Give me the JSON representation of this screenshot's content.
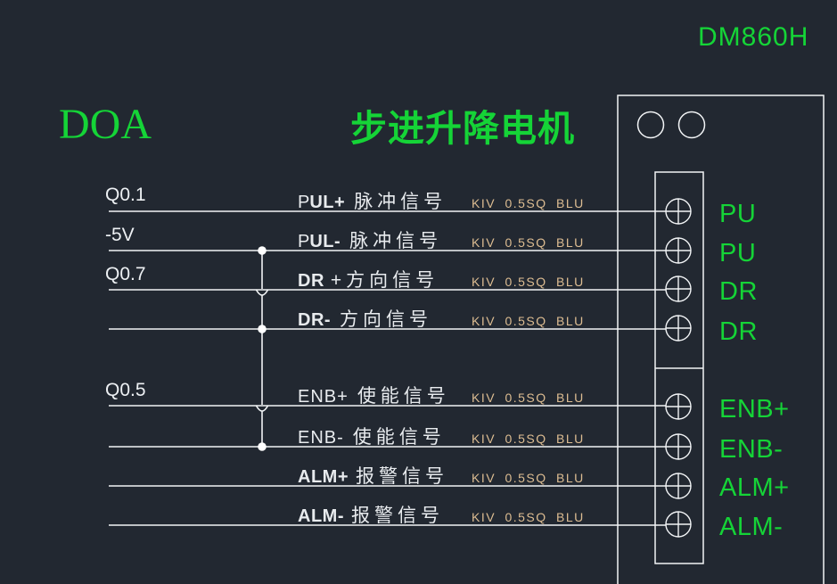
{
  "colors": {
    "background": "#222831",
    "cad_green": "#15d437",
    "wire_white": "#f2f4f6",
    "spec_tan": "#ddbd92"
  },
  "header": {
    "driver_model": "DM860H",
    "drawing_code": "DOA",
    "title": "步进升降电机"
  },
  "wires": [
    {
      "port": "Q0.1",
      "prefix": "P",
      "latin": "UL+",
      "cn": "脉冲信号",
      "spec": "KIV 0.5SQ BLU"
    },
    {
      "port": "-5V",
      "prefix": "P",
      "latin": "UL-",
      "cn": "脉冲信号",
      "spec": "KIV 0.5SQ BLU"
    },
    {
      "port": "Q0.7",
      "prefix": "",
      "latin": "DR",
      "cn": "+方向信号",
      "spec": "KIV 0.5SQ BLU"
    },
    {
      "port": "",
      "prefix": "",
      "latin": "DR-",
      "cn": "方向信号",
      "spec": "KIV 0.5SQ BLU"
    },
    {
      "port": "Q0.5",
      "prefix": "",
      "latin": "ENB+",
      "cn": "使能信号",
      "spec": "KIV 0.5SQ BLU"
    },
    {
      "port": "",
      "prefix": "",
      "latin": "ENB-",
      "cn": "使能信号",
      "spec": "KIV 0.5SQ BLU"
    },
    {
      "port": "",
      "prefix": "",
      "latin": "ALM+",
      "cn": "报警信号",
      "spec": "KIV 0.5SQ BLU"
    },
    {
      "port": "",
      "prefix": "",
      "latin": "ALM-",
      "cn": "报警信号",
      "spec": "KIV 0.5SQ BLU"
    }
  ],
  "connector": {
    "terminals": [
      "PU",
      "PU",
      "DR",
      "DR",
      "ENB+",
      "ENB-",
      "ALM+",
      "ALM-"
    ]
  }
}
